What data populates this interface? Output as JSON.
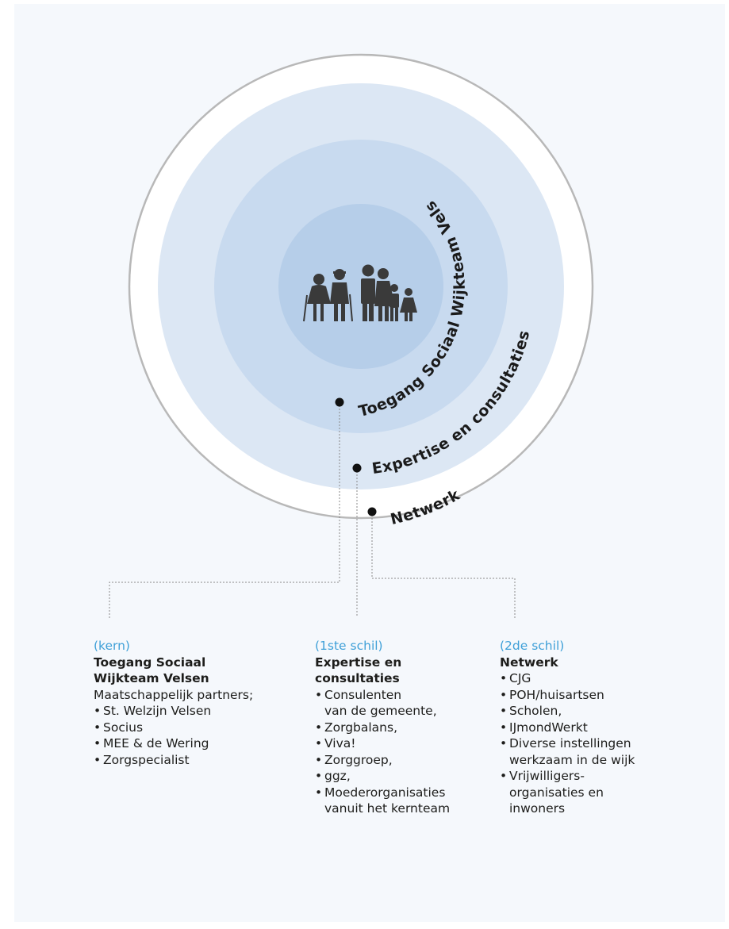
{
  "rings": {
    "inner_label": "Toegang Sociaal Wijkteam Velsen",
    "middle_label": "Expertise en consultaties",
    "outer_label": "Netwerk"
  },
  "icons": {
    "center": "family-generations-icon"
  },
  "colors": {
    "panel_bg": "#f5f8fc",
    "outer_ring_stroke": "#b8b8b8",
    "ring1": "#dce7f4",
    "ring2": "#c8daef",
    "ring3": "#b6cee9",
    "core": "#a8c4e4",
    "accent_label": "#3fa0d8"
  },
  "columns": [
    {
      "tag": "(kern)",
      "heading": [
        "Toegang Sociaal",
        "Wijkteam Velsen"
      ],
      "intro": "Maatschappelijk partners;",
      "items": [
        [
          "St. Welzijn Velsen"
        ],
        [
          "Socius"
        ],
        [
          "MEE & de Wering"
        ],
        [
          "Zorgspecialist"
        ]
      ]
    },
    {
      "tag": "(1ste schil)",
      "heading": [
        "Expertise en",
        "consultaties"
      ],
      "intro": "",
      "items": [
        [
          "Consulenten",
          "van de gemeente,"
        ],
        [
          "Zorgbalans,"
        ],
        [
          "Viva!"
        ],
        [
          "Zorggroep,"
        ],
        [
          "ggz,"
        ],
        [
          "Moederorganisaties",
          "vanuit het kernteam"
        ]
      ]
    },
    {
      "tag": "(2de schil)",
      "heading": [
        "Netwerk"
      ],
      "intro": "",
      "items": [
        [
          "CJG"
        ],
        [
          "POH/huisartsen"
        ],
        [
          "Scholen,"
        ],
        [
          "IJmondWerkt"
        ],
        [
          "Diverse instellingen",
          "werkzaam in de wijk"
        ],
        [
          "Vrijwilligers-",
          "organisaties en",
          "inwoners"
        ]
      ]
    }
  ]
}
